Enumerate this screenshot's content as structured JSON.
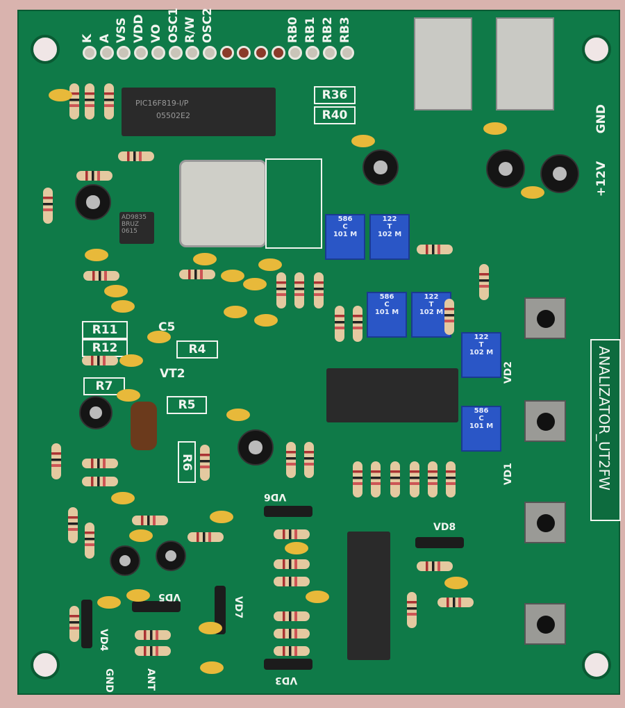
{
  "header_pins": [
    "K",
    "A",
    "VSS",
    "VDD",
    "VO",
    "OSC1",
    "R/W",
    "OSC2",
    "RB0",
    "RB1",
    "RB2",
    "RB3"
  ],
  "mcu": {
    "part": "PIC16F819-I/P",
    "lot": "05502E2"
  },
  "dds": {
    "part": "AD9835",
    "line2": "BRUZ",
    "line3": "0615"
  },
  "resistor_labels": {
    "r36": "R36",
    "r40": "R40",
    "r11": "R11",
    "r12": "R12",
    "r4": "R4",
    "r5": "R5",
    "r7": "R7",
    "r6": "R6"
  },
  "other_labels": {
    "vt2": "VT2",
    "c5": "C5",
    "vd1": "VD1",
    "vd2": "VD2",
    "vd3": "VD3",
    "vd4": "VD4",
    "vd5": "VD5",
    "vd6": "VD6",
    "vd7": "VD7",
    "vd8": "VD8",
    "gnd_power": "GND",
    "plus12v": "+12V",
    "gnd_ant": "GND",
    "ant": "ANT"
  },
  "board_title": "ANALIZATOR_UT2FW",
  "trimmers": [
    {
      "top": "586",
      "mid": "C",
      "bot": "101 M"
    },
    {
      "top": "122",
      "mid": "T",
      "bot": "102 M"
    }
  ],
  "colors": {
    "board": "#0f7a48",
    "silk": "#f2f5f0"
  }
}
